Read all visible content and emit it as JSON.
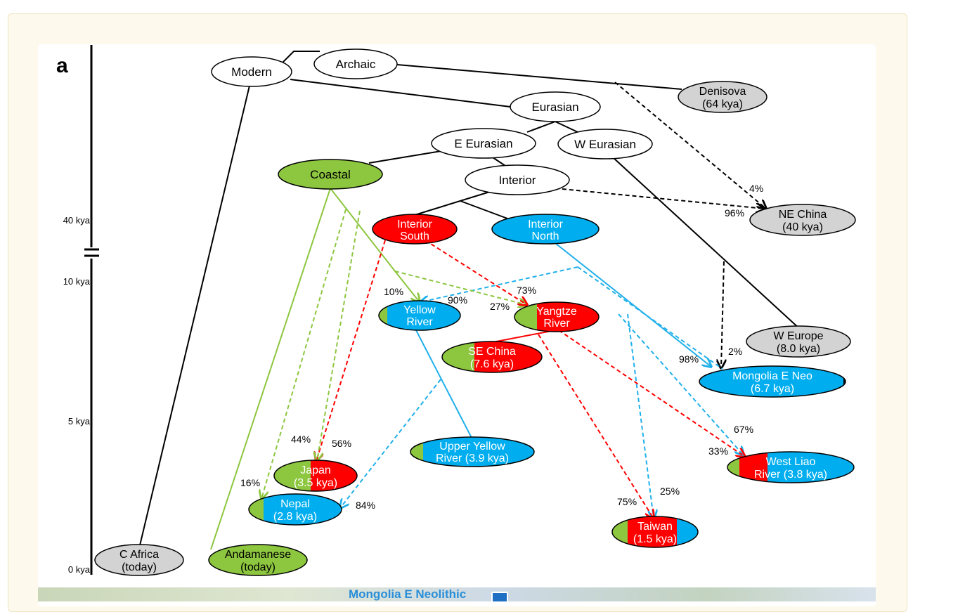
{
  "panel_label": "a",
  "time_axis": {
    "ticks": [
      "40 kya",
      "10 kya",
      "5 kya",
      "0 kya"
    ],
    "break_symbol": "axis-break"
  },
  "colors": {
    "coastal": "#8dc63f",
    "interior_south": "#ff0000",
    "interior_north": "#00aeef",
    "reference": "#d3d3d3",
    "neutral": "#ffffff",
    "admixture_black": "#000000"
  },
  "nodes": {
    "modern": "Modern",
    "archaic": "Archaic",
    "denisova": "Denisova (64 kya)",
    "eurasian": "Eurasian",
    "e_eurasian": "E Eurasian",
    "w_eurasian": "W Eurasian",
    "coastal": "Coastal",
    "interior": "Interior",
    "ne_china": "NE China (40 kya)",
    "interior_south": "Interior South",
    "interior_north": "Interior North",
    "yellow_river": "Yellow River",
    "yangtze_river": "Yangtze River",
    "se_china": "SE China (7.6 kya)",
    "w_europe": "W Europe (8.0 kya)",
    "mongolia_e_neo": "Mongolia E Neo (6.7 kya)",
    "upper_yellow_river": "Upper Yellow River (3.9 kya)",
    "japan": "Japan (3.5 kya)",
    "nepal": "Nepal (2.8 kya)",
    "west_liao_river": "West Liao River (3.8 kya)",
    "taiwan": "Taiwan (1.5 kya)",
    "c_africa": "C Africa (today)",
    "andamanese": "Andamanese (today)"
  },
  "node_lines": {
    "denisova": [
      "Denisova",
      "(64 kya)"
    ],
    "ne_china": [
      "NE China",
      "(40 kya)"
    ],
    "interior_south": [
      "Interior",
      "South"
    ],
    "interior_north": [
      "Interior",
      "North"
    ],
    "yellow_river": [
      "Yellow",
      "River"
    ],
    "yangtze_river": [
      "Yangtze",
      "River"
    ],
    "se_china": [
      "SE China",
      "(7.6 kya)"
    ],
    "w_europe": [
      "W Europe",
      "(8.0 kya)"
    ],
    "mongolia_e_neo": [
      "Mongolia E Neo",
      "(6.7 kya)"
    ],
    "upper_yellow_river": [
      "Upper Yellow",
      "River (3.9 kya)"
    ],
    "japan": [
      "Japan",
      "(3.5 kya)"
    ],
    "nepal": [
      "Nepal",
      "(2.8 kya)"
    ],
    "west_liao_river": [
      "West Liao",
      "River (3.8 kya)"
    ],
    "taiwan": [
      "Taiwan",
      "(1.5 kya)"
    ],
    "c_africa": [
      "C Africa",
      "(today)"
    ],
    "andamanese": [
      "Andamanese",
      "(today)"
    ]
  },
  "percentages": {
    "ne_china_denisova": "4%",
    "ne_china_interior": "96%",
    "yellow_river_coastal": "10%",
    "yellow_river_north": "90%",
    "yangtze_coastal": "27%",
    "yangtze_south": "73%",
    "mongolia_north": "98%",
    "mongolia_w": "2%",
    "japan_coastal": "44%",
    "japan_south": "56%",
    "nepal_coastal": "16%",
    "nepal_yellow": "84%",
    "west_liao_north": "67%",
    "west_liao_yangtze": "33%",
    "taiwan_yangtze": "75%",
    "taiwan_north": "25%"
  },
  "map_strip": {
    "label": "Mongolia E Neolithic"
  }
}
